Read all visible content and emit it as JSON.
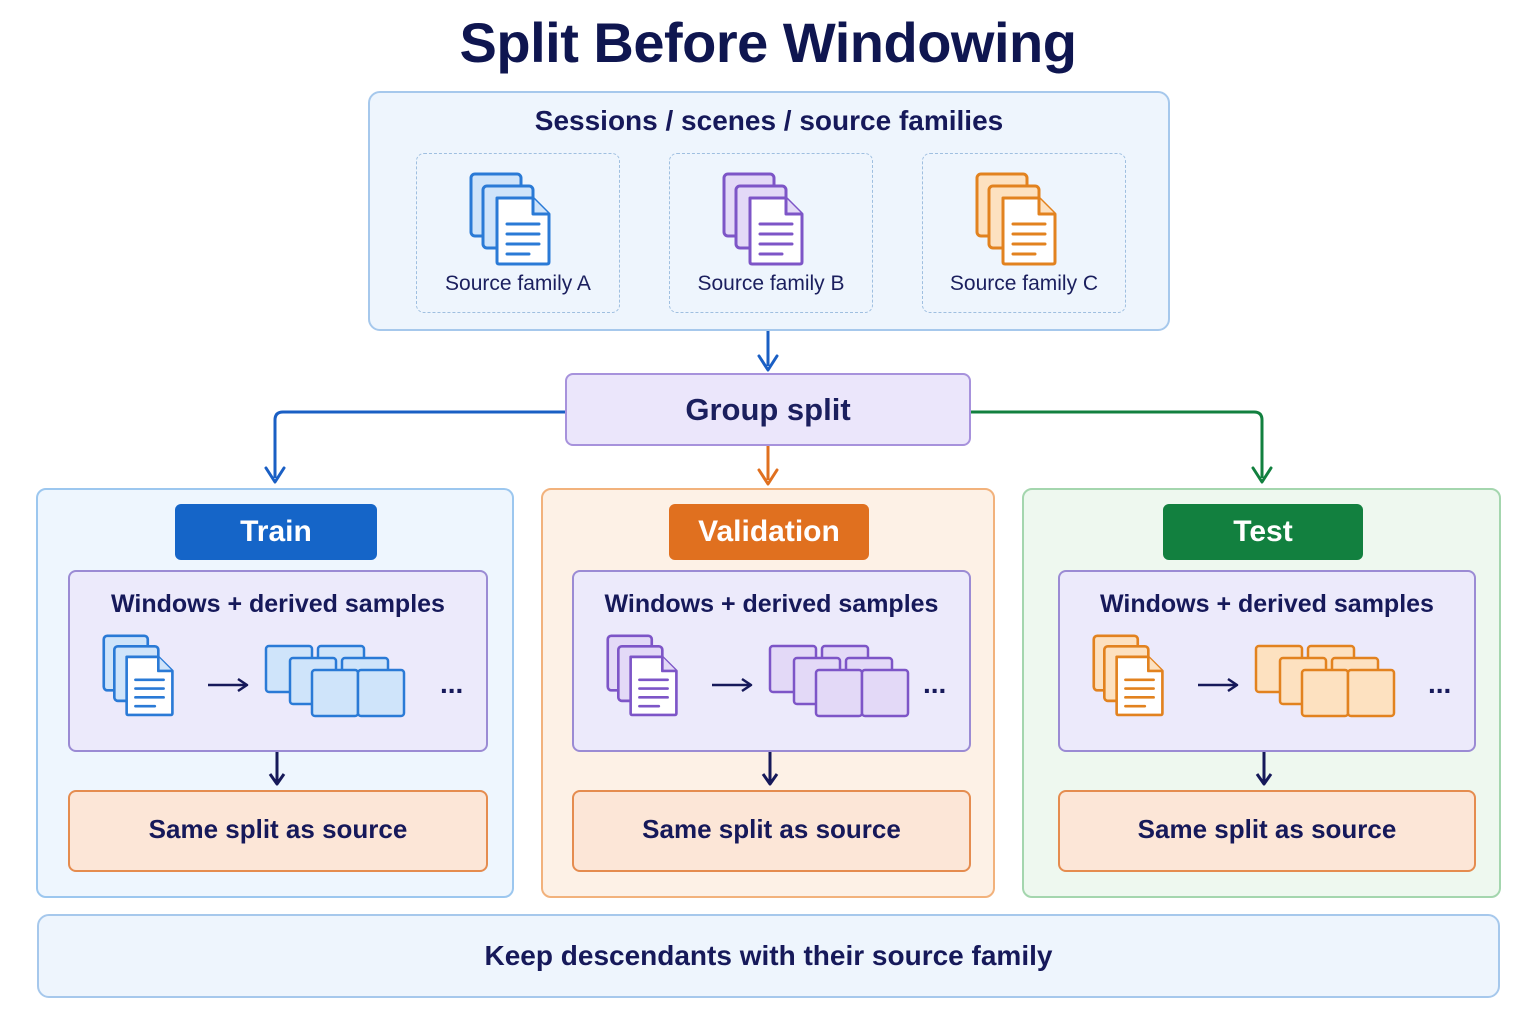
{
  "title": "Split Before Windowing",
  "sources": {
    "header": "Sessions / scenes / source families",
    "families": [
      {
        "label": "Source family A",
        "icon": "document-stack-icon",
        "color": "#2a7ad6",
        "fill": "#cfe4fa"
      },
      {
        "label": "Source family B",
        "icon": "document-stack-icon",
        "color": "#7d55c7",
        "fill": "#e3d9f7"
      },
      {
        "label": "Source family C",
        "icon": "document-stack-icon",
        "color": "#e2821f",
        "fill": "#fde1c0"
      }
    ]
  },
  "group_split": {
    "label": "Group split"
  },
  "splits": [
    {
      "label": "Train",
      "accent": "#1565c8",
      "panel_bg": "#eef6fe",
      "panel_border": "#9cc7ef",
      "windows_label": "Windows + derived samples",
      "ellipsis": "...",
      "result_label": "Same split as source"
    },
    {
      "label": "Validation",
      "accent": "#e0701f",
      "panel_bg": "#fdf1e6",
      "panel_border": "#f2b27c",
      "windows_label": "Windows + derived samples",
      "ellipsis": "...",
      "result_label": "Same split as source"
    },
    {
      "label": "Test",
      "accent": "#12803f",
      "panel_bg": "#eef8ef",
      "panel_border": "#a4d6ae",
      "windows_label": "Windows + derived samples",
      "ellipsis": "...",
      "result_label": "Same split as source"
    }
  ],
  "footer": "Keep descendants with their source family"
}
